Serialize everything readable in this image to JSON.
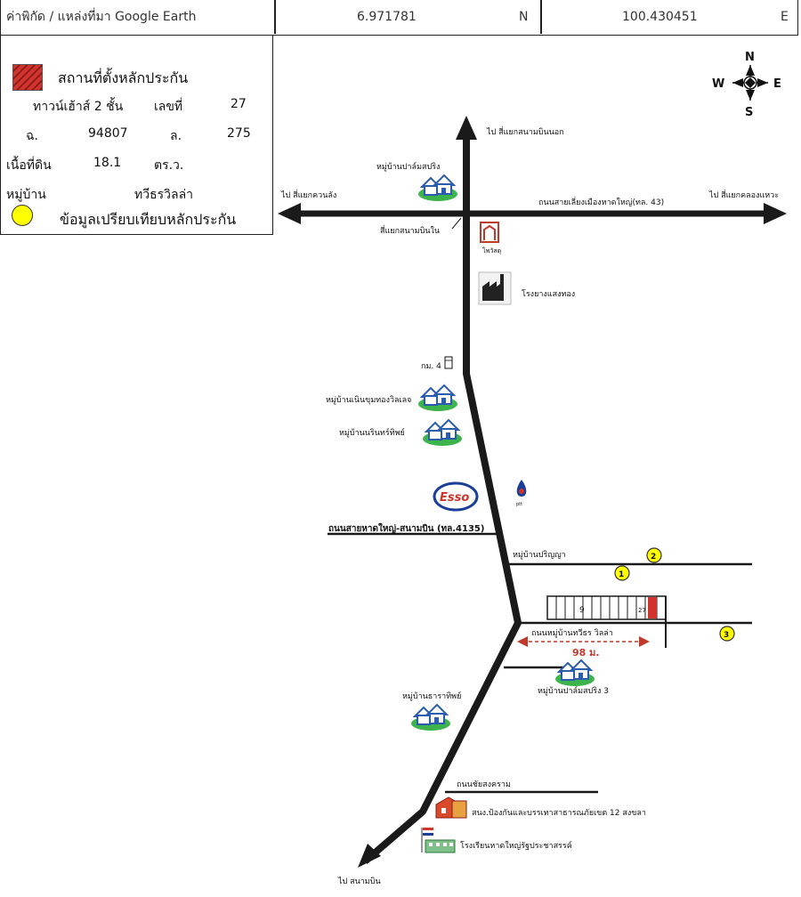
{
  "header": {
    "coord_label": "ค่าพิกัด / แหล่งที่มา Google Earth",
    "latitude": "6.971781",
    "lat_dir": "N",
    "longitude": "100.430451",
    "lon_dir": "E"
  },
  "legend": {
    "site_symbol_label": "สถานที่ตั้งหลักประกัน",
    "building_type": "ทาวน์เฮ้าส์ 2 ชั้น",
    "number_label": "เลขที่",
    "number_value": "27",
    "deed_label": "ฉ.",
    "deed_value": "94807",
    "lot_label": "ล.",
    "lot_value": "275",
    "area_label": "เนื้อที่ดิน",
    "area_value": "18.1",
    "area_unit": "ตร.ว.",
    "village_label": "หมู่บ้าน",
    "village_value": "ทวีธรวิลล่า",
    "comparison_label": "ข้อมูลเปรียบเทียบหลักประกัน"
  },
  "compass": {
    "n": "N",
    "s": "S",
    "e": "E",
    "w": "W"
  },
  "map_labels": {
    "to_outer_airport": "ไป สี่แยกสนามบินนอก",
    "to_khuan_lang": "ไป สี่แยกควนลัง",
    "to_khlong_wa": "ไป สี่แยกคลองแหวะ",
    "ring_road": "ถนนสายเลี่ยงเมืองหาดใหญ่(ทล. 43)",
    "inner_airport_junction": "สี่แยกสนามบินใน",
    "village_palm_spring": "หมู่บ้านปาล์มสปริง",
    "pho_wasaduu": "โพวัสดุ",
    "rubber_factory": "โรงยางแสงทอง",
    "km4": "กม. 4",
    "village_noen_khum_thong": "หมู่บ้านเนินขุมทองวิลเลจ",
    "village_narin": "หมู่บ้านนรินทร์ทิพย์",
    "esso": "Esso",
    "ptt": "ptt",
    "main_road": "ถนนสายหาดใหญ่-สนามบิน (ทล.4135)",
    "village_parinya": "หมู่บ้านปริญญา",
    "townhouse_number": "9",
    "townhouse_site": "27",
    "thawee_road": "ถนนหมู่บ้านทวีธร วิลล่า",
    "distance": "98 ม.",
    "village_palm_spring_3": "หมู่บ้านปาล์มสปริง 3",
    "village_tharathip": "หมู่บ้านธาราทิพย์",
    "chai_songkhram_road": "ถนนชัยสงคราม",
    "disaster_office": "สนง.ป้องกันและบรรเทาสาธารณภัยเขต 12 สงขลา",
    "school": "โรงเรียนหาดใหญ่รัฐประชาสรรค์",
    "to_airport": "ไป สนามบิน",
    "marker_1": "1",
    "marker_2": "2",
    "marker_3": "3"
  },
  "colors": {
    "road": "#1a1a1a",
    "site": "#d0342c",
    "comparison_marker": "#ffff00",
    "village_grass": "#3cb44b",
    "village_house": "#2a5db0",
    "distance_arrow": "#c0392b"
  }
}
